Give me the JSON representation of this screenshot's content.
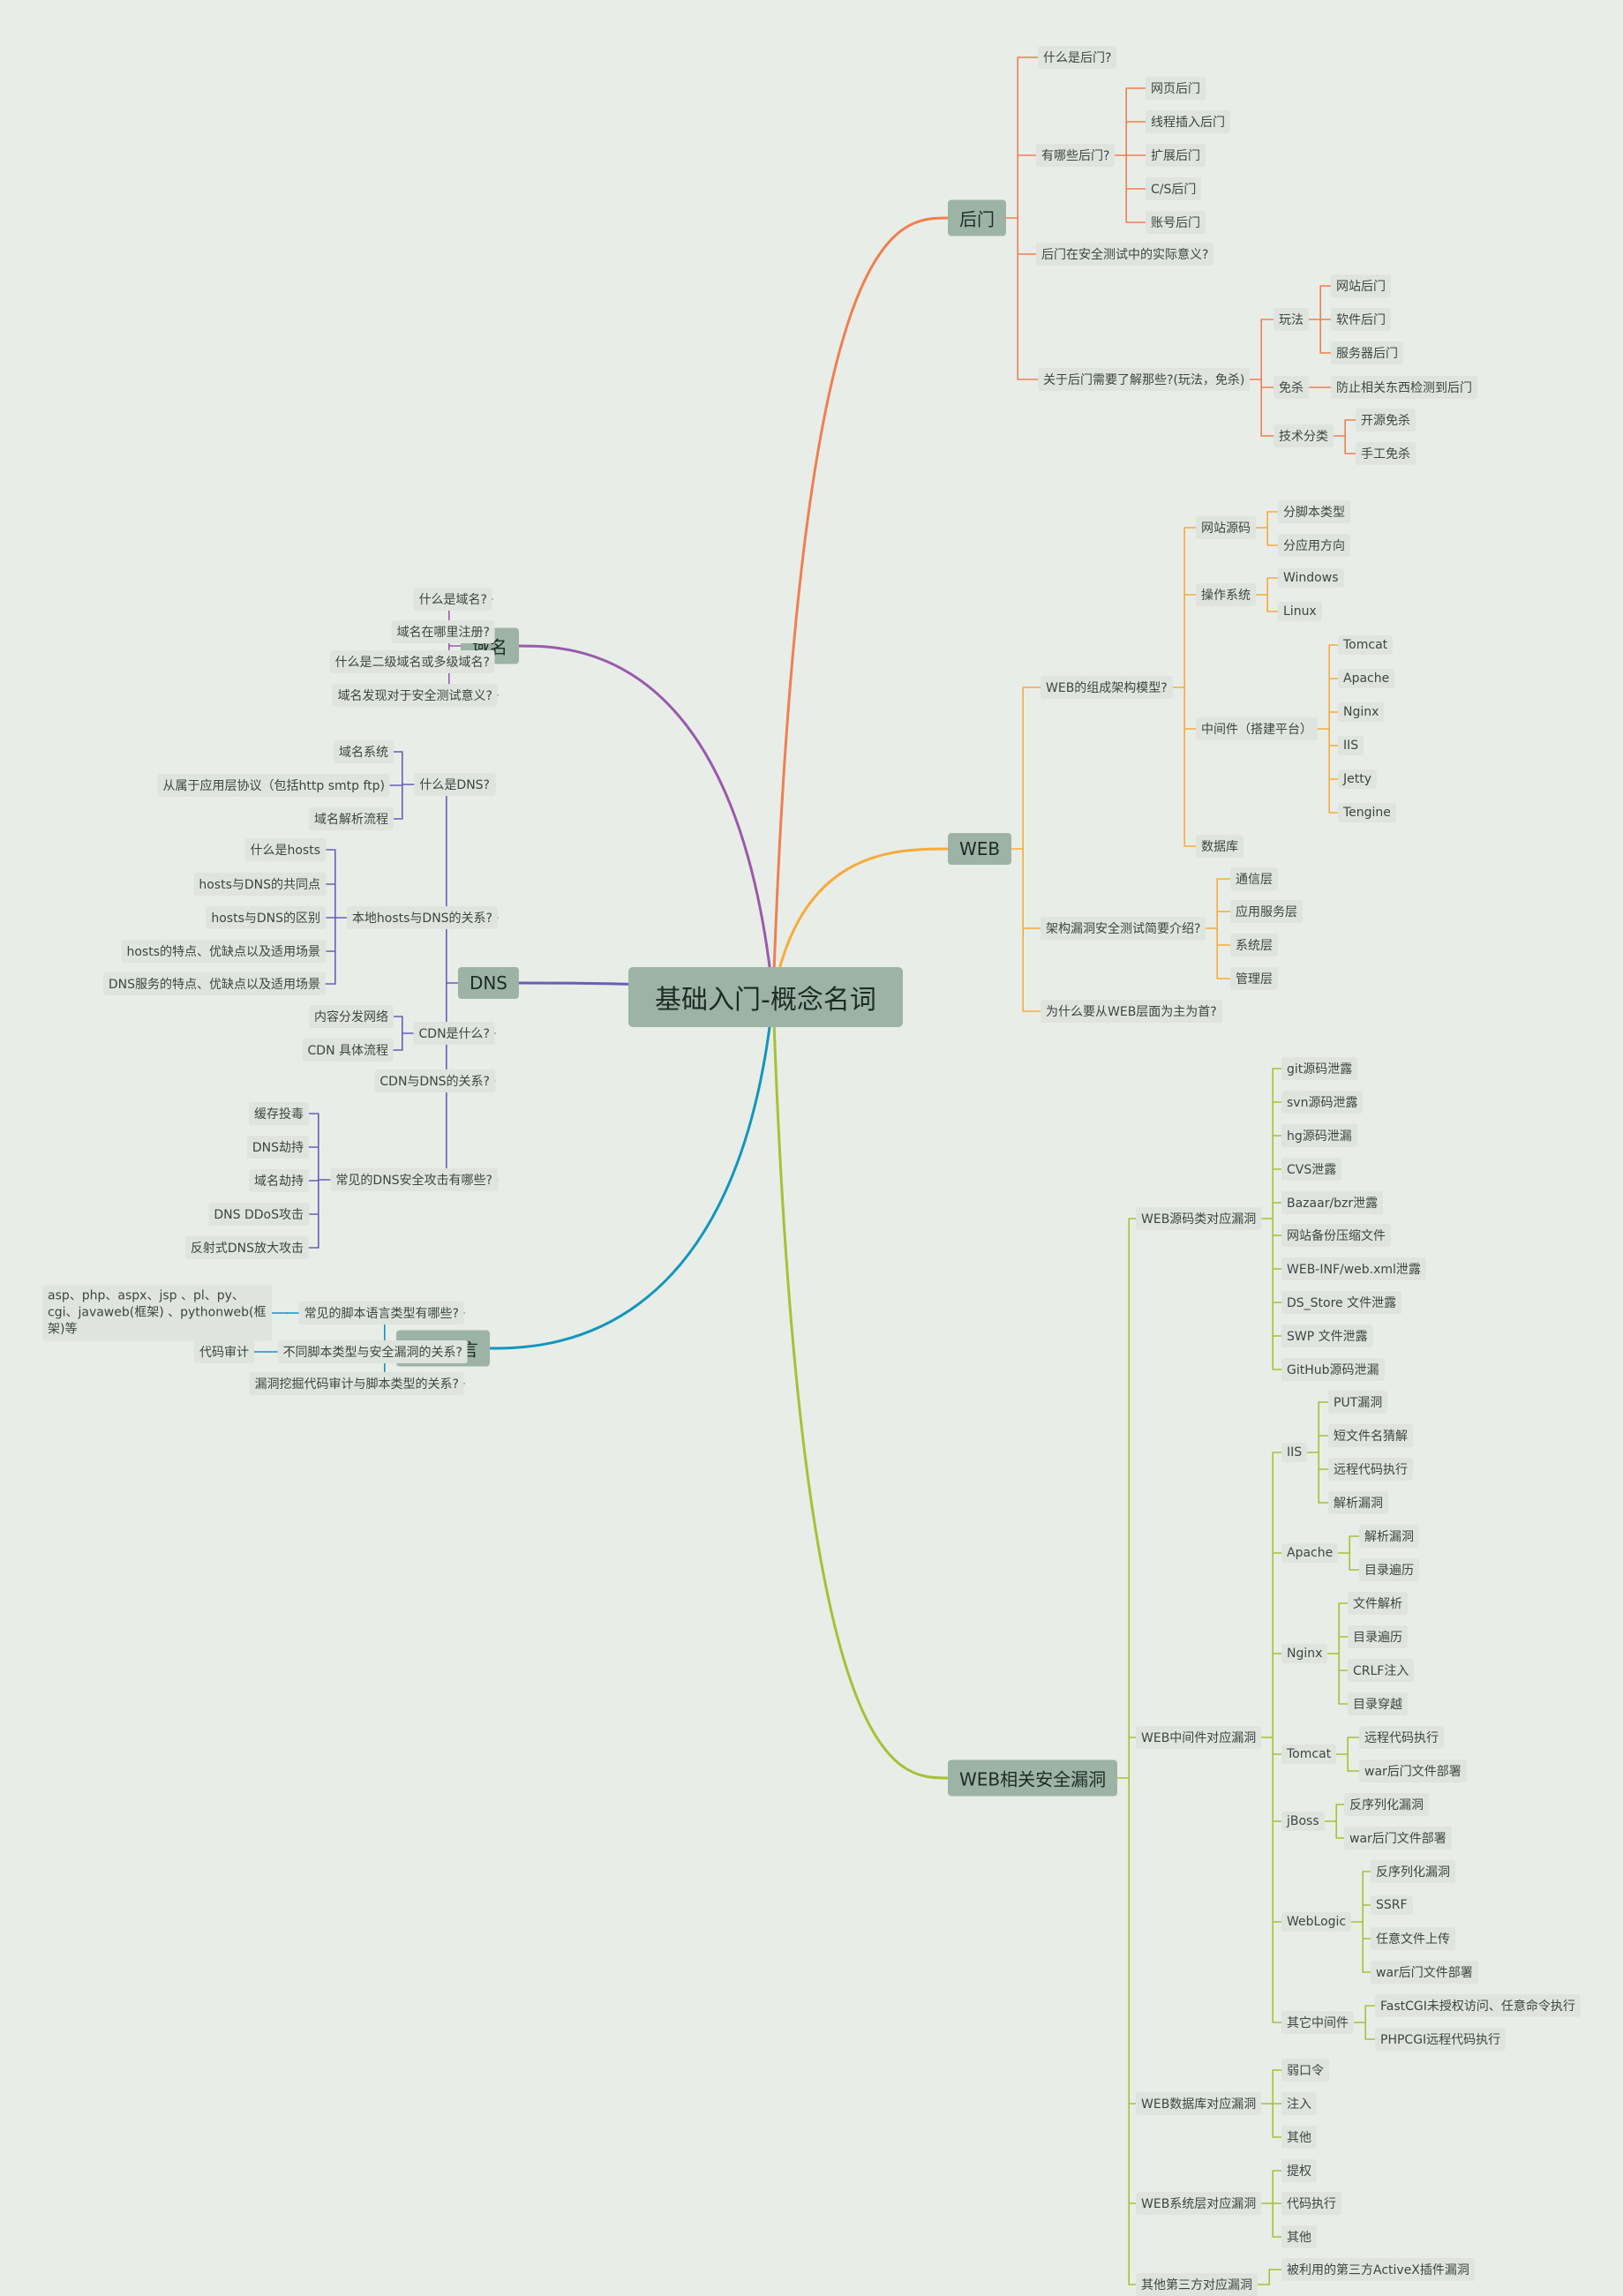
{
  "root": {
    "label": "基础入门-概念名词"
  },
  "branches": [
    {
      "label": "后门",
      "color": "#f07f4f",
      "children": [
        {
          "label": "什么是后门?"
        },
        {
          "label": "有哪些后门?",
          "children": [
            {
              "label": "网页后门"
            },
            {
              "label": "线程插入后门"
            },
            {
              "label": "扩展后门"
            },
            {
              "label": "C/S后门"
            },
            {
              "label": "账号后门"
            }
          ]
        },
        {
          "label": "后门在安全测试中的实际意义?"
        },
        {
          "label": "关于后门需要了解那些?(玩法，免杀)",
          "children": [
            {
              "label": "玩法",
              "children": [
                {
                  "label": "网站后门"
                },
                {
                  "label": "软件后门"
                },
                {
                  "label": "服务器后门"
                }
              ]
            },
            {
              "label": "免杀",
              "children": [
                {
                  "label": "防止相关东西检测到后门"
                }
              ]
            },
            {
              "label": "技术分类",
              "children": [
                {
                  "label": "开源免杀"
                },
                {
                  "label": "手工免杀"
                }
              ]
            }
          ]
        }
      ]
    },
    {
      "label": "WEB",
      "color": "#f6ab3a",
      "children": [
        {
          "label": "WEB的组成架构模型?",
          "children": [
            {
              "label": "网站源码",
              "children": [
                {
                  "label": "分脚本类型"
                },
                {
                  "label": "分应用方向"
                }
              ]
            },
            {
              "label": "操作系统",
              "children": [
                {
                  "label": "Windows"
                },
                {
                  "label": "Linux"
                }
              ]
            },
            {
              "label": "中间件（搭建平台）",
              "children": [
                {
                  "label": "Tomcat"
                },
                {
                  "label": "Apache"
                },
                {
                  "label": "Nginx"
                },
                {
                  "label": "IIS"
                },
                {
                  "label": "Jetty"
                },
                {
                  "label": "Tengine"
                }
              ]
            },
            {
              "label": "数据库"
            }
          ]
        },
        {
          "label": "架构漏洞安全测试简要介绍?",
          "children": [
            {
              "label": "通信层"
            },
            {
              "label": "应用服务层"
            },
            {
              "label": "系统层"
            },
            {
              "label": "管理层"
            }
          ]
        },
        {
          "label": "为什么要从WEB层面为主为首?"
        }
      ]
    },
    {
      "label": "WEB相关安全漏洞",
      "color": "#a8c035",
      "children": [
        {
          "label": "WEB源码类对应漏洞",
          "children": [
            {
              "label": "git源码泄露"
            },
            {
              "label": "svn源码泄露"
            },
            {
              "label": "hg源码泄漏"
            },
            {
              "label": "CVS泄露"
            },
            {
              "label": "Bazaar/bzr泄露"
            },
            {
              "label": "网站备份压缩文件"
            },
            {
              "label": "WEB-INF/web.xml泄露"
            },
            {
              "label": "DS_Store 文件泄露"
            },
            {
              "label": "SWP 文件泄露"
            },
            {
              "label": "GitHub源码泄漏"
            }
          ]
        },
        {
          "label": "WEB中间件对应漏洞",
          "children": [
            {
              "label": "IIS",
              "children": [
                {
                  "label": "PUT漏洞"
                },
                {
                  "label": "短文件名猜解"
                },
                {
                  "label": "远程代码执行"
                },
                {
                  "label": "解析漏洞"
                }
              ]
            },
            {
              "label": "Apache",
              "children": [
                {
                  "label": "解析漏洞"
                },
                {
                  "label": "目录遍历"
                }
              ]
            },
            {
              "label": "Nginx",
              "children": [
                {
                  "label": "文件解析"
                },
                {
                  "label": "目录遍历"
                },
                {
                  "label": "CRLF注入"
                },
                {
                  "label": "目录穿越"
                }
              ]
            },
            {
              "label": "Tomcat",
              "children": [
                {
                  "label": "远程代码执行"
                },
                {
                  "label": "war后门文件部署"
                }
              ]
            },
            {
              "label": "jBoss",
              "children": [
                {
                  "label": "反序列化漏洞"
                },
                {
                  "label": "war后门文件部署"
                }
              ]
            },
            {
              "label": "WebLogic",
              "children": [
                {
                  "label": "反序列化漏洞"
                },
                {
                  "label": "SSRF"
                },
                {
                  "label": "任意文件上传"
                },
                {
                  "label": "war后门文件部署"
                }
              ]
            },
            {
              "label": "其它中间件",
              "children": [
                {
                  "label": "FastCGI未授权访问、任意命令执行"
                },
                {
                  "label": "PHPCGI远程代码执行"
                }
              ]
            }
          ]
        },
        {
          "label": "WEB数据库对应漏洞",
          "children": [
            {
              "label": "弱口令"
            },
            {
              "label": "注入"
            },
            {
              "label": "其他"
            }
          ]
        },
        {
          "label": "WEB系统层对应漏洞",
          "children": [
            {
              "label": "提权"
            },
            {
              "label": "代码执行"
            },
            {
              "label": "其他"
            }
          ]
        },
        {
          "label": "其他第三方对应漏洞",
          "children": [
            {
              "label": "被利用的第三方ActiveX插件漏洞"
            }
          ]
        }
      ]
    },
    {
      "label": "域名",
      "color": "#9a5aab",
      "children": [
        {
          "label": "什么是域名?"
        },
        {
          "label": "域名在哪里注册?"
        },
        {
          "label": "什么是二级域名或多级域名?"
        },
        {
          "label": "域名发现对于安全测试意义?"
        }
      ]
    },
    {
      "label": "DNS",
      "color": "#6a5db8",
      "children": [
        {
          "label": "什么是DNS?",
          "children": [
            {
              "label": "域名系统"
            },
            {
              "label": "从属于应用层协议（包括http smtp ftp)"
            },
            {
              "label": "域名解析流程"
            }
          ]
        },
        {
          "label": "本地hosts与DNS的关系?",
          "children": [
            {
              "label": "什么是hosts"
            },
            {
              "label": "hosts与DNS的共同点"
            },
            {
              "label": "hosts与DNS的区别"
            },
            {
              "label": "hosts的特点、优缺点以及适用场景"
            },
            {
              "label": "DNS服务的特点、优缺点以及适用场景"
            }
          ]
        },
        {
          "label": "CDN是什么?",
          "children": [
            {
              "label": "内容分发网络"
            },
            {
              "label": "CDN 具体流程"
            }
          ]
        },
        {
          "label": "CDN与DNS的关系?"
        },
        {
          "label": "常见的DNS安全攻击有哪些?",
          "children": [
            {
              "label": "缓存投毒"
            },
            {
              "label": "DNS劫持"
            },
            {
              "label": "域名劫持"
            },
            {
              "label": "DNS DDoS攻击"
            },
            {
              "label": "反射式DNS放大攻击"
            }
          ]
        }
      ]
    },
    {
      "label": "脚本语言",
      "color": "#1396bc",
      "children": [
        {
          "label": "常见的脚本语言类型有哪些?",
          "children": [
            {
              "label": "asp、php、aspx、jsp 、pl、py、cgi、javaweb(框架) 、pythonweb(框架)等"
            }
          ]
        },
        {
          "label": "不同脚本类型与安全漏洞的关系?",
          "children": [
            {
              "label": "代码审计"
            }
          ]
        },
        {
          "label": "漏洞挖掘代码审计与脚本类型的关系?"
        }
      ]
    }
  ]
}
